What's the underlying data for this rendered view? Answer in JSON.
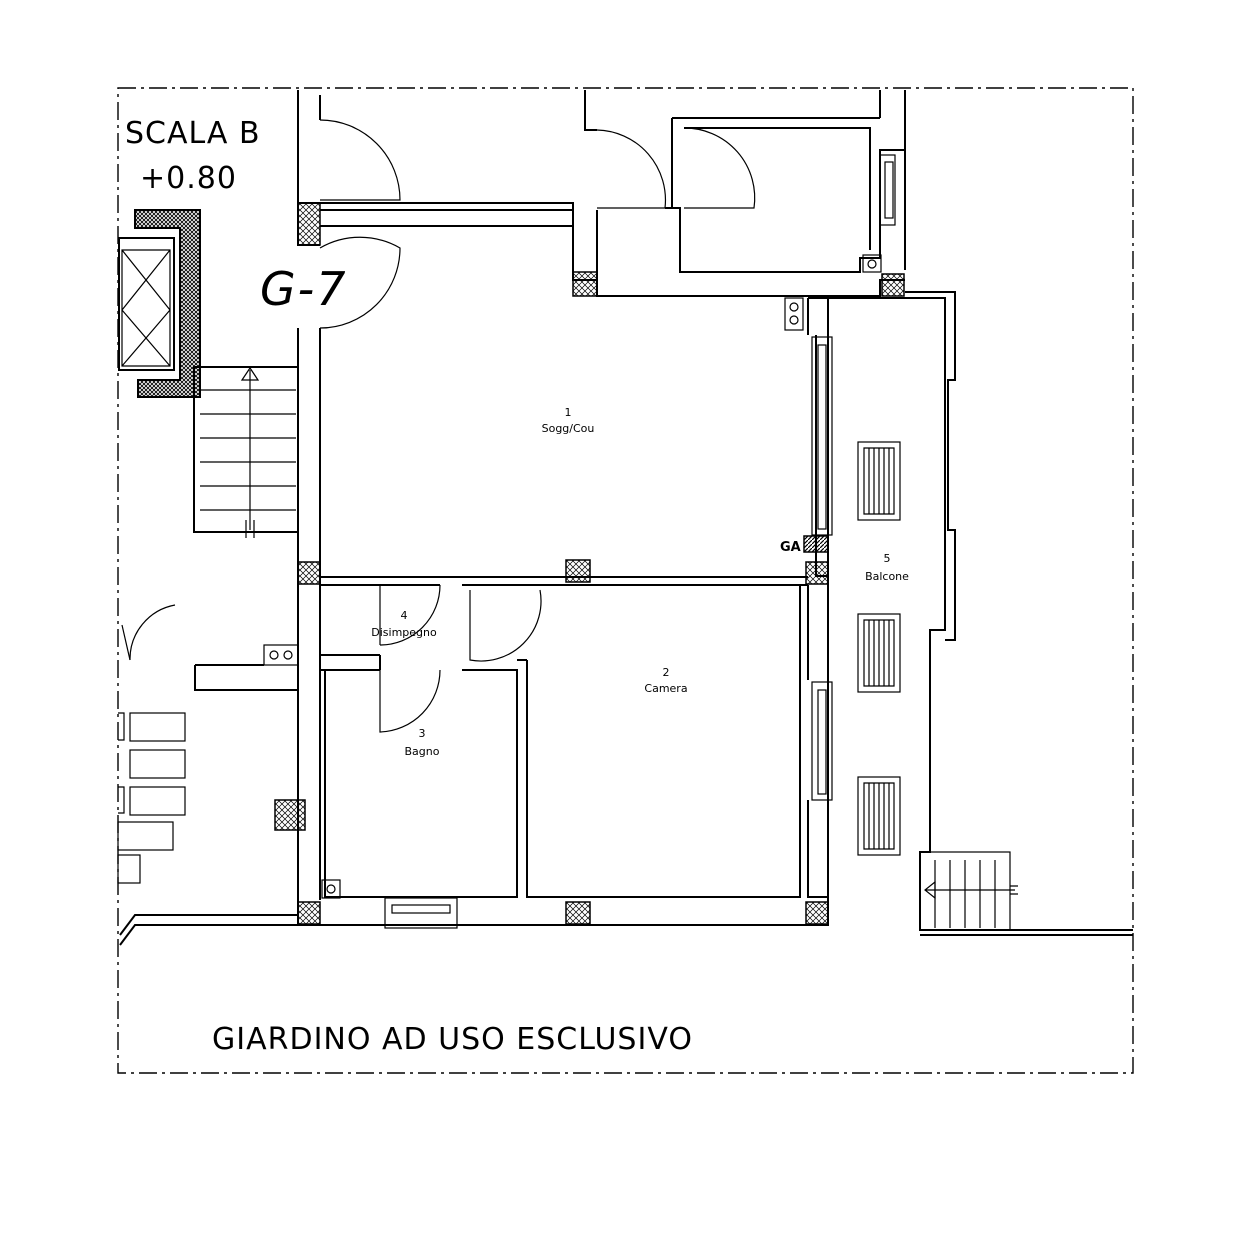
{
  "plan": {
    "stair_label": "SCALA B",
    "level": "+0.80",
    "unit_code": "G-7",
    "garden_label": "GIARDINO AD USO ESCLUSIVO",
    "gas_label": "GA"
  },
  "rooms": [
    {
      "number": "1",
      "name": "Sogg/Cou"
    },
    {
      "number": "2",
      "name": "Camera"
    },
    {
      "number": "3",
      "name": "Bagno"
    },
    {
      "number": "4",
      "name": "Disimpegno"
    },
    {
      "number": "5",
      "name": "Balcone"
    }
  ]
}
